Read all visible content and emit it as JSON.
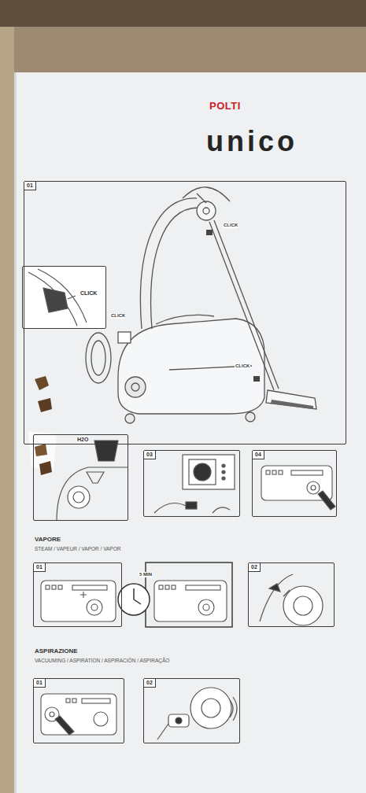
{
  "diagram": {
    "nodes": [
      {
        "text": [
          "01"
        ]
      },
      {
        "text": [
          "CLICK"
        ],
        "in": 0
      },
      {
        "text": [
          "H2O"
        ]
      },
      {
        "text": [
          "03"
        ]
      },
      {
        "text": [
          "04"
        ]
      },
      {
        "text": [
          "01"
        ]
      },
      {
        "text": [
          "02"
        ]
      },
      {
        "text": [
          "01"
        ]
      },
      {
        "text": [
          "02"
        ]
      }
    ],
    "labels": [
      "POLTI",
      "unico",
      "CLICK",
      "CLICK",
      "CLICK",
      "VAPORE",
      "STEAM / VAPEUR / VAPOR / VAPOR",
      "5 MIN",
      "ASPIRAZIONE",
      "VACUUMING / ASPIRATION / ASPIRACIÓN / ASPIRAÇÃO"
    ]
  }
}
